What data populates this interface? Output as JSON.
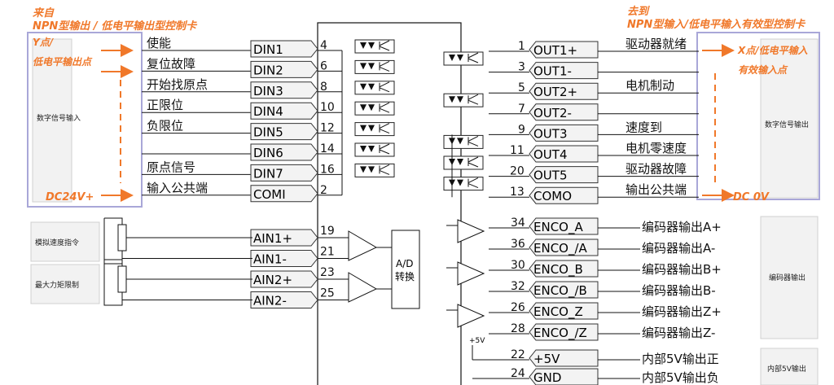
{
  "left_source": {
    "title_line1": "来自",
    "title_line2": "NPN型输出 / 低电平输出型控制卡",
    "y_point_line1": "Y点/",
    "y_point_line2": "低电平输出点",
    "dc24": "DC24V+",
    "box_label": "数字信号输入"
  },
  "right_dest": {
    "title_line1": "去到",
    "title_line2": "NPN型输入/低电平输入有效型控制卡",
    "x_point_line1": "X点/低电平输入",
    "x_point_line2": "有效输入点",
    "dc0": "DC 0V",
    "box_label": "数字信号输出"
  },
  "inputs": [
    {
      "label": "使能",
      "pin_name": "DIN1",
      "pin_no": "4"
    },
    {
      "label": "复位故障",
      "pin_name": "DIN2",
      "pin_no": "6"
    },
    {
      "label": "开始找原点",
      "pin_name": "DIN3",
      "pin_no": "8"
    },
    {
      "label": "正限位",
      "pin_name": "DIN4",
      "pin_no": "10"
    },
    {
      "label": "负限位",
      "pin_name": "DIN5",
      "pin_no": "12"
    },
    {
      "label": "",
      "pin_name": "DIN6",
      "pin_no": "14"
    },
    {
      "label": "原点信号",
      "pin_name": "DIN7",
      "pin_no": "16"
    },
    {
      "label": "输入公共端",
      "pin_name": "COMI",
      "pin_no": "2"
    }
  ],
  "outputs": [
    {
      "label": "驱动器就绪",
      "pin_name": "OUT1+",
      "pin_no": "1"
    },
    {
      "label": "",
      "pin_name": "OUT1-",
      "pin_no": "3"
    },
    {
      "label": "电机制动",
      "pin_name": "OUT2+",
      "pin_no": "5"
    },
    {
      "label": "",
      "pin_name": "OUT2-",
      "pin_no": "7"
    },
    {
      "label": "速度到",
      "pin_name": "OUT3",
      "pin_no": "9"
    },
    {
      "label": "电机零速度",
      "pin_name": "OUT4",
      "pin_no": "11"
    },
    {
      "label": "驱动器故障",
      "pin_name": "OUT5",
      "pin_no": "20"
    },
    {
      "label": "输出公共端",
      "pin_name": "COMO",
      "pin_no": "13"
    }
  ],
  "analog": {
    "speed_cmd": "模拟速度指令",
    "torque_limit": "最大力矩限制",
    "pins": [
      {
        "pin_name": "AIN1+",
        "pin_no": "19"
      },
      {
        "pin_name": "AIN1-",
        "pin_no": "21"
      },
      {
        "pin_name": "AIN2+",
        "pin_no": "23"
      },
      {
        "pin_name": "AIN2-",
        "pin_no": "25"
      }
    ],
    "ad_line1": "A/D",
    "ad_line2": "转换"
  },
  "encoder": {
    "box_label": "编码器输出",
    "pins": [
      {
        "pin_name": "ENCO_A",
        "pin_no": "34",
        "label": "编码器输出A+"
      },
      {
        "pin_name": "ENCO_/A",
        "pin_no": "36",
        "label": "编码器输出A-"
      },
      {
        "pin_name": "ENCO_B",
        "pin_no": "30",
        "label": "编码器输出B+"
      },
      {
        "pin_name": "ENCO_/B",
        "pin_no": "32",
        "label": "编码器输出B-"
      },
      {
        "pin_name": "ENCO_Z",
        "pin_no": "26",
        "label": "编码器输出Z+"
      },
      {
        "pin_name": "ENCO_/Z",
        "pin_no": "28",
        "label": "编码器输出Z-"
      }
    ]
  },
  "power": {
    "plus5_label": "+5V",
    "box_label": "内部5V输出",
    "pins": [
      {
        "pin_name": "+5V",
        "pin_no": "22",
        "label": "内部5V输出正"
      },
      {
        "pin_name": "GND",
        "pin_no": "24",
        "label": "内部5V输出负"
      }
    ]
  },
  "colors": {
    "note": "#f0782a",
    "box_border": "#a9a7d8",
    "pin_fill": "#f0f0f0",
    "line": "#111111"
  }
}
